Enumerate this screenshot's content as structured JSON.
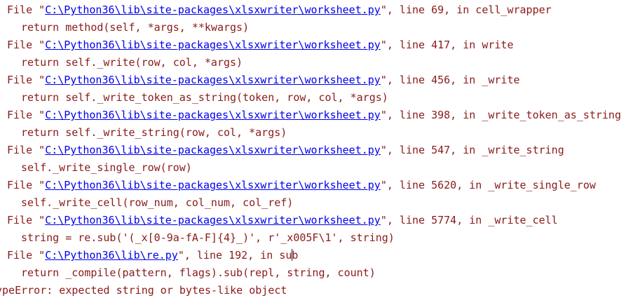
{
  "traceback": {
    "frames": [
      {
        "prefix": "File \"",
        "path": "C:\\Python36\\lib\\site-packages\\xlsxwriter\\worksheet.py",
        "suffix": "\", line 69, in cell_wrapper",
        "code": "return method(self, *args, **kwargs)"
      },
      {
        "prefix": "File \"",
        "path": "C:\\Python36\\lib\\site-packages\\xlsxwriter\\worksheet.py",
        "suffix": "\", line 417, in write",
        "code": "return self._write(row, col, *args)"
      },
      {
        "prefix": "File \"",
        "path": "C:\\Python36\\lib\\site-packages\\xlsxwriter\\worksheet.py",
        "suffix": "\", line 456, in _write",
        "code": "return self._write_token_as_string(token, row, col, *args)"
      },
      {
        "prefix": "File \"",
        "path": "C:\\Python36\\lib\\site-packages\\xlsxwriter\\worksheet.py",
        "suffix": "\", line 398, in _write_token_as_string",
        "code": "return self._write_string(row, col, *args)"
      },
      {
        "prefix": "File \"",
        "path": "C:\\Python36\\lib\\site-packages\\xlsxwriter\\worksheet.py",
        "suffix": "\", line 547, in _write_string",
        "code": "self._write_single_row(row)"
      },
      {
        "prefix": "File \"",
        "path": "C:\\Python36\\lib\\site-packages\\xlsxwriter\\worksheet.py",
        "suffix": "\", line 5620, in _write_single_row",
        "code": "self._write_cell(row_num, col_num, col_ref)"
      },
      {
        "prefix": "File \"",
        "path": "C:\\Python36\\lib\\site-packages\\xlsxwriter\\worksheet.py",
        "suffix": "\", line 5774, in _write_cell",
        "code": "string = re.sub('(_x[0-9a-fA-F]{4}_)', r'_x005F\\1', string)"
      },
      {
        "prefix": "File \"",
        "path": "C:\\Python36\\lib\\re.py",
        "suffix_before_caret": "\", line 192, in su",
        "suffix_after_caret": "b",
        "code": "return _compile(pattern, flags).sub(repl, string, count)"
      }
    ],
    "error": "ypeError: expected string or bytes-like object"
  },
  "colors": {
    "text": "#8b1a1a",
    "link": "#0000ee",
    "background": "#ffffff"
  }
}
